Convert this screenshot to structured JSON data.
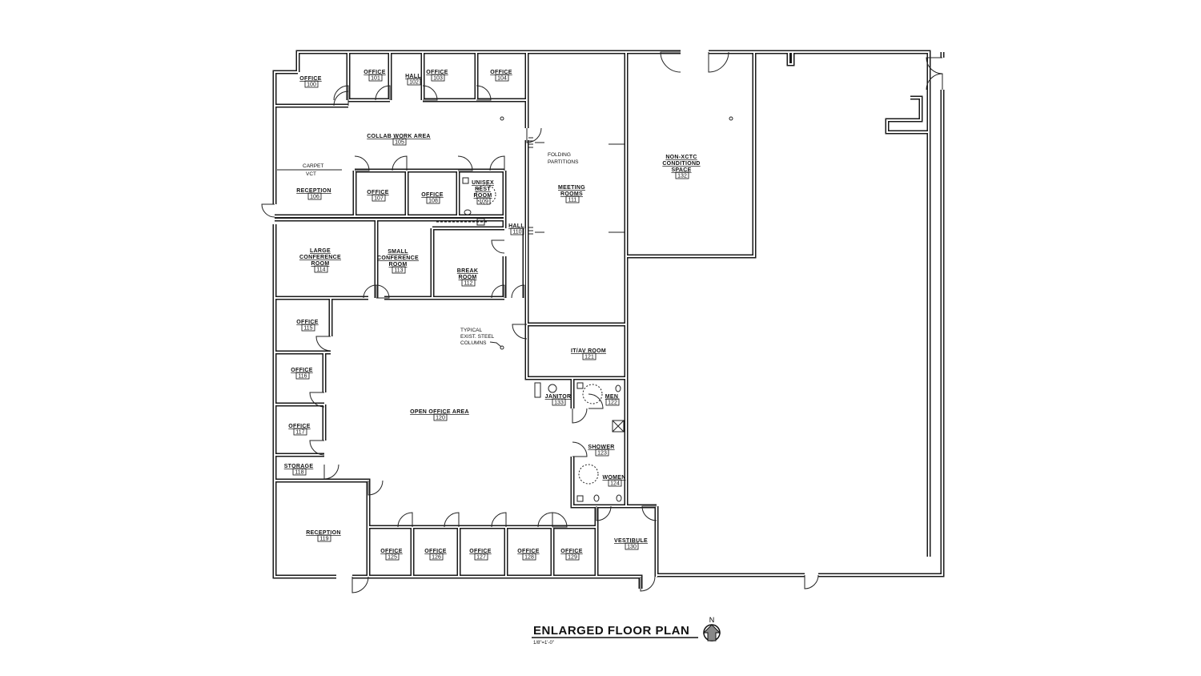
{
  "plan": {
    "title": "ENLARGED FLOOR PLAN",
    "scale": "1/8\"=1'-0\"",
    "north_label": "N",
    "notes": {
      "carpet": "CARPET",
      "vct": "VCT",
      "folding": [
        "FOLDING",
        "PARTITIONS"
      ],
      "columns": [
        "TYPICAL",
        "EXIST. STEEL",
        "COLUMNS"
      ]
    },
    "rooms": [
      {
        "name": [
          "OFFICE"
        ],
        "number": "100"
      },
      {
        "name": [
          "OFFICE"
        ],
        "number": "101"
      },
      {
        "name": [
          "HALL"
        ],
        "number": "102"
      },
      {
        "name": [
          "OFFICE"
        ],
        "number": "103"
      },
      {
        "name": [
          "OFFICE"
        ],
        "number": "104"
      },
      {
        "name": [
          "COLLAB WORK AREA"
        ],
        "number": "105"
      },
      {
        "name": [
          "RECEPTION"
        ],
        "number": "106"
      },
      {
        "name": [
          "OFFICE"
        ],
        "number": "107"
      },
      {
        "name": [
          "OFFICE"
        ],
        "number": "108"
      },
      {
        "name": [
          "UNISEX",
          "REST",
          "ROOM"
        ],
        "number": "109"
      },
      {
        "name": [
          "HALL"
        ],
        "number": "110"
      },
      {
        "name": [
          "MEETING",
          "ROOMS"
        ],
        "number": "111"
      },
      {
        "name": [
          "BREAK",
          "ROOM"
        ],
        "number": "112"
      },
      {
        "name": [
          "SMALL",
          "CONFERENCE",
          "ROOM"
        ],
        "number": "113"
      },
      {
        "name": [
          "LARGE",
          "CONFERENCE",
          "ROOM"
        ],
        "number": "114"
      },
      {
        "name": [
          "OFFICE"
        ],
        "number": "115"
      },
      {
        "name": [
          "OFFICE"
        ],
        "number": "116"
      },
      {
        "name": [
          "OFFICE"
        ],
        "number": "117"
      },
      {
        "name": [
          "STORAGE"
        ],
        "number": "118"
      },
      {
        "name": [
          "RECEPTION"
        ],
        "number": "119"
      },
      {
        "name": [
          "OPEN OFFICE AREA"
        ],
        "number": "120"
      },
      {
        "name": [
          "IT/AV ROOM"
        ],
        "number": "121"
      },
      {
        "name": [
          "JANITOR"
        ],
        "number": "133"
      },
      {
        "name": [
          "MEN"
        ],
        "number": "122"
      },
      {
        "name": [
          "SHOWER"
        ],
        "number": "123"
      },
      {
        "name": [
          "WOMEN"
        ],
        "number": "124"
      },
      {
        "name": [
          "OFFICE"
        ],
        "number": "125"
      },
      {
        "name": [
          "OFFICE"
        ],
        "number": "126"
      },
      {
        "name": [
          "OFFICE"
        ],
        "number": "127"
      },
      {
        "name": [
          "OFFICE"
        ],
        "number": "128"
      },
      {
        "name": [
          "OFFICE"
        ],
        "number": "129"
      },
      {
        "name": [
          "VESTIBULE"
        ],
        "number": "130"
      },
      {
        "name": [
          "NON-XCTC",
          "CONDITIOND",
          "SPACE"
        ],
        "number": "132"
      }
    ]
  }
}
